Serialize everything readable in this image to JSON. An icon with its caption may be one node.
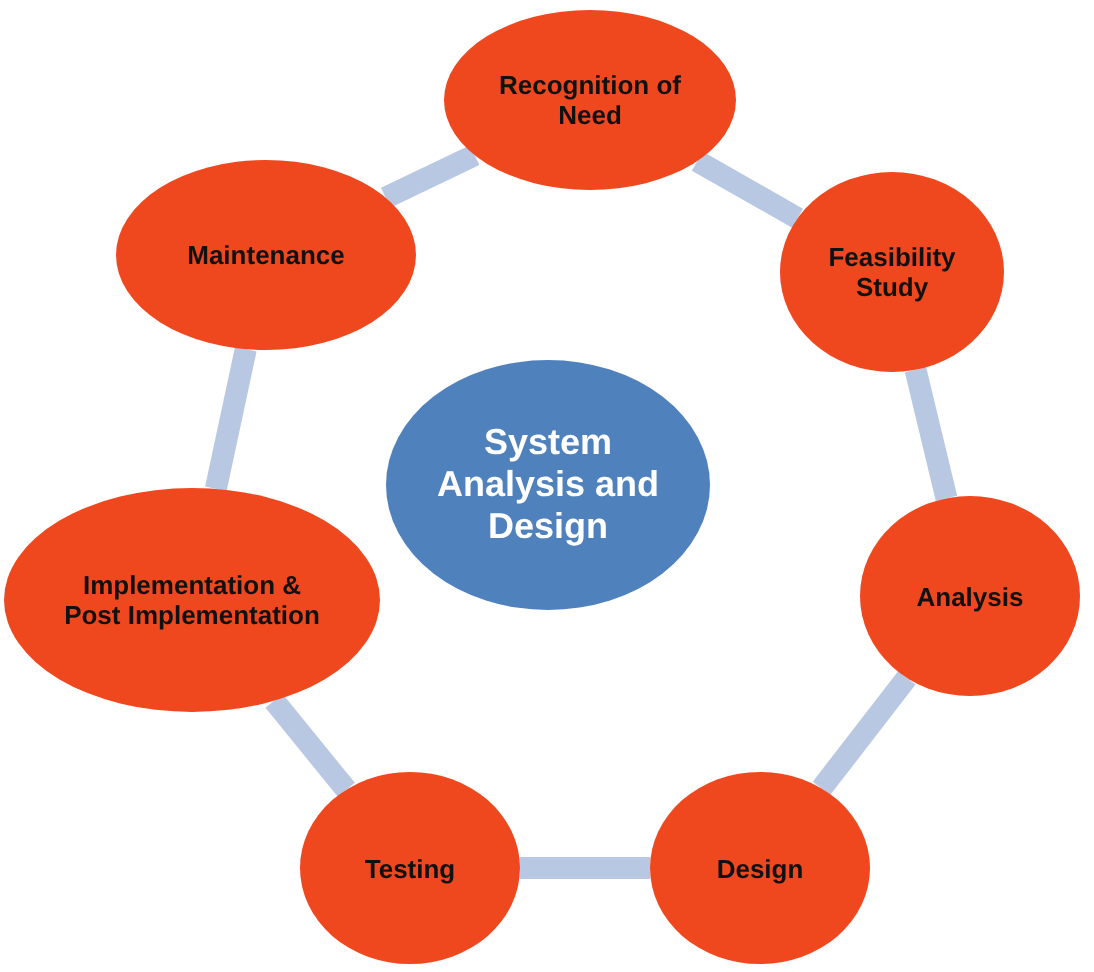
{
  "diagram": {
    "nodes": [
      {
        "text": [
          "System Analysis and Design"
        ]
      },
      {
        "text": [
          "Recognition of Need"
        ]
      },
      {
        "text": [
          "Feasibility Study"
        ]
      },
      {
        "text": [
          "Analysis"
        ]
      },
      {
        "text": [
          "Design"
        ]
      },
      {
        "text": [
          "Testing"
        ]
      },
      {
        "text": [
          "Implementation & Post Implementation"
        ]
      },
      {
        "text": [
          "Maintenance"
        ]
      }
    ],
    "edges": [
      {
        "from": 1,
        "to": 2,
        "arrow": "none"
      },
      {
        "from": 2,
        "to": 3,
        "arrow": "none"
      },
      {
        "from": 3,
        "to": 4,
        "arrow": "none"
      },
      {
        "from": 4,
        "to": 5,
        "arrow": "none"
      },
      {
        "from": 5,
        "to": 6,
        "arrow": "none"
      },
      {
        "from": 6,
        "to": 7,
        "arrow": "none"
      },
      {
        "from": 7,
        "to": 1,
        "arrow": "none"
      }
    ]
  }
}
